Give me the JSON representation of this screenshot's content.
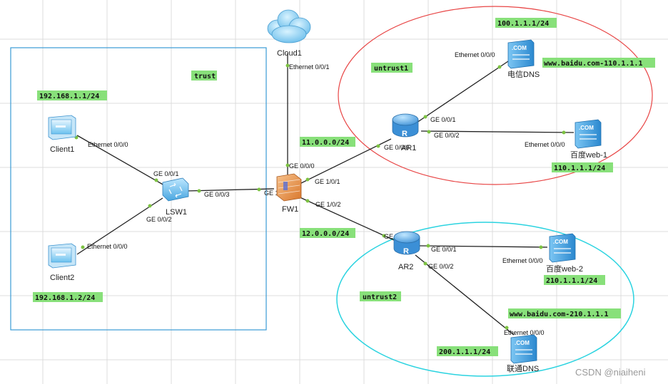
{
  "colors": {
    "grid": "#dcdcdc",
    "trust_zone": "#3a9bd5",
    "untrust1_zone": "#e84545",
    "untrust2_zone": "#2ad3e0",
    "tag_bg": "#88e07a",
    "link": "#222222",
    "port_dot": "#7cc242"
  },
  "zones": {
    "trust": "trust",
    "untrust1": "untrust1",
    "untrust2": "untrust2"
  },
  "devices": {
    "cloud1": {
      "label": "Cloud1",
      "icon": "cloud-icon"
    },
    "fw1": {
      "label": "FW1",
      "icon": "firewall-icon"
    },
    "lsw1": {
      "label": "LSW1",
      "icon": "switch-icon"
    },
    "client1": {
      "label": "Client1",
      "icon": "pc-icon"
    },
    "client2": {
      "label": "Client2",
      "icon": "pc-icon"
    },
    "ar1": {
      "label": "AR1",
      "icon": "router-icon"
    },
    "ar2": {
      "label": "AR2",
      "icon": "router-icon"
    },
    "dianxin_dns": {
      "label": "电信DNS",
      "icon": "server-icon"
    },
    "baidu_web1": {
      "label": "百度web-1",
      "icon": "server-icon"
    },
    "baidu_web2": {
      "label": "百度web-2",
      "icon": "server-icon"
    },
    "liantong_dns": {
      "label": "联通DNS",
      "icon": "server-icon"
    }
  },
  "ports": {
    "cloud_eth": "Ethernet 0/0/1",
    "fw_ge000": "GE 0/0/0",
    "fw_ge101": "GE 1/0/1",
    "fw_ge100": "GE 1/0/0",
    "fw_ge102": "GE 1/0/2",
    "lsw_ge003": "GE 0/0/3",
    "lsw_ge001": "GE 0/0/1",
    "lsw_ge002": "GE 0/0/2",
    "client1_eth": "Ethernet 0/0/0",
    "client2_eth": "Ethernet 0/0/0",
    "ar1_ge000": "GE 0/0/0",
    "ar1_ge001": "GE 0/0/1",
    "ar1_ge002": "GE 0/0/2",
    "dns1_eth": "Ethernet 0/0/0",
    "web1_eth": "Ethernet 0/0/0",
    "ar2_ge000": "GE 0/0/0",
    "ar2_ge001": "GE 0/0/1",
    "ar2_ge002": "GE 0/0/2",
    "web2_eth": "Ethernet 0/0/0",
    "dns2_eth": "Ethernet 0/0/0"
  },
  "tags": {
    "client1_ip": "192.168.1.1/24",
    "client2_ip": "192.168.1.2/24",
    "net_11": "11.0.0.0/24",
    "net_12": "12.0.0.0/24",
    "dns1_ip": "100.1.1.1/24",
    "dns1_record": "www.baidu.com-110.1.1.1",
    "web1_ip": "110.1.1.1/24",
    "web2_ip": "210.1.1.1/24",
    "dns2_record": "www.baidu.com-210.1.1.1",
    "dns2_ip": "200.1.1.1/24"
  },
  "watermark": "CSDN @niaiheni"
}
